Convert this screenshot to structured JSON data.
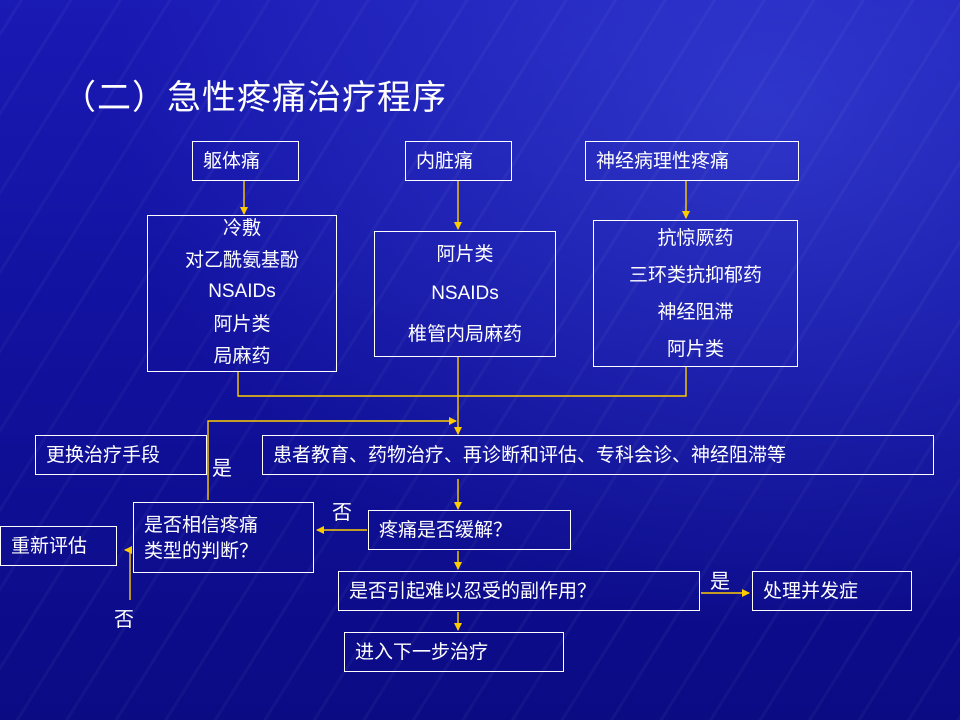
{
  "title": "（二）急性疼痛治疗程序",
  "pain_types": {
    "somatic": "躯体痛",
    "visceral": "内脏痛",
    "neuropathic": "神经病理性疼痛"
  },
  "treatments": {
    "somatic": [
      "冷敷",
      "对乙酰氨基酚",
      "NSAIDs",
      "阿片类",
      "局麻药"
    ],
    "visceral": [
      "阿片类",
      "NSAIDs",
      "椎管内局麻药"
    ],
    "neuropathic": [
      "抗惊厥药",
      "三环类抗抑郁药",
      "神经阻滞",
      "阿片类"
    ]
  },
  "steps": {
    "comprehensive": "患者教育、药物治疗、再诊断和评估、专科会诊、神经阻滞等",
    "change_treatment": "更换治疗手段",
    "relief_question": "疼痛是否缓解？",
    "trust_question": [
      "是否相信疼痛",
      "类型的判断？"
    ],
    "reassess": "重新评估",
    "side_effect_question": "是否引起难以忍受的副作用？",
    "complications": "处理并发症",
    "next_step": "进入下一步治疗"
  },
  "labels": {
    "yes_change": "是",
    "no_relief": "否",
    "no_trust": "否",
    "yes_side_effect": "是"
  },
  "colors": {
    "background": "#10108f",
    "text": "#ffffff",
    "box_border": "#ffffff",
    "arrow": "#ffcc00"
  }
}
